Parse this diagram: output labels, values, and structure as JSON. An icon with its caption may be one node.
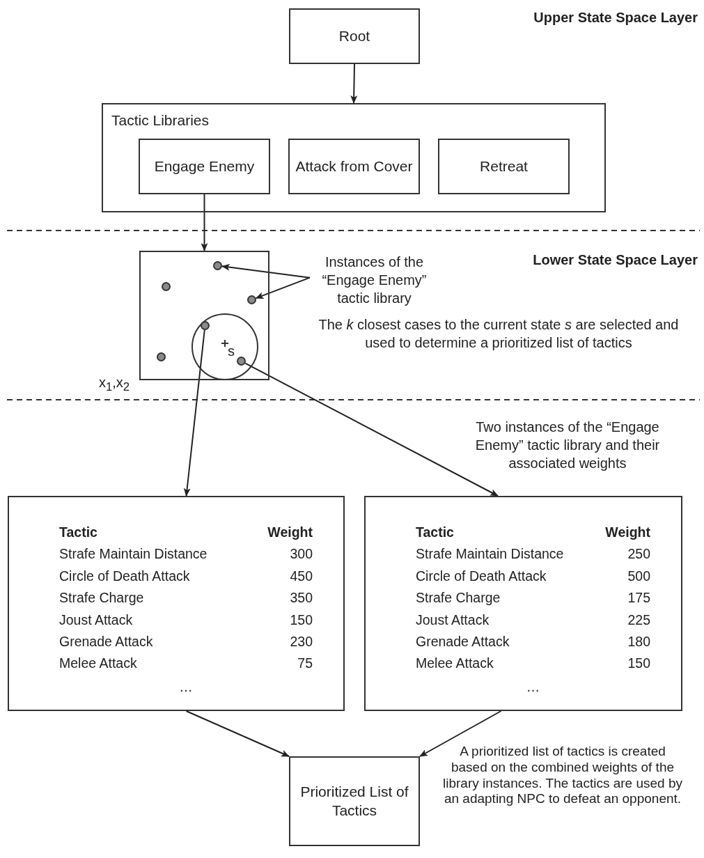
{
  "diagram": {
    "nodes": [
      {
        "text": [
          "Root"
        ]
      },
      {
        "text": [
          "Tactic Libraries"
        ]
      },
      {
        "text": [
          "Engage Enemy"
        ],
        "in": 1
      },
      {
        "text": [
          "Attack from Cover"
        ],
        "in": 1
      },
      {
        "text": [
          "Retreat"
        ],
        "in": 1
      },
      {
        "text": [],
        "shape": "box",
        "beside": [
          "x$_{1}$,x$_{2}$"
        ]
      },
      {
        "text": [],
        "shape": "circle",
        "in": 5
      },
      {
        "text": [],
        "shape": "circle",
        "in": 5
      },
      {
        "text": [],
        "shape": "circle",
        "in": 5
      },
      {
        "text": [
          "s"
        ],
        "in": 5
      },
      {
        "text": [],
        "shape": "circle",
        "in": 9
      },
      {
        "text": [],
        "shape": "circle",
        "in": 5
      },
      {
        "text": [],
        "shape": "circle",
        "in": 9
      },
      {
        "text": [
          "Instances of the “Engage Enemy” tactic library"
        ]
      },
      {
        "text": [
          "Tactic",
          "Weight",
          "Strafe Maintain Distance",
          "300",
          "Circle of Death Attack",
          "450",
          "Strafe Charge",
          "350",
          "Joust Attack",
          "150",
          "Grenade Attack",
          "230",
          "Melee Attack",
          "75",
          "…"
        ]
      },
      {
        "text": [
          "Tactic",
          "Weight",
          "Strafe Maintain Distance",
          "250",
          "Circle of Death Attack",
          "500",
          "Strafe Charge",
          "175",
          "Joust Attack",
          "225",
          "Grenade Attack",
          "180",
          "Melee Attack",
          "150",
          "…"
        ]
      },
      {
        "text": [
          "Prioritized List of Tactics"
        ]
      }
    ],
    "edges": [
      {
        "from": 0,
        "to": 1,
        "arrow": "to"
      },
      {
        "from": 2,
        "to": 5,
        "arrow": "to"
      },
      {
        "from": 13,
        "to": 6,
        "arrow": "to"
      },
      {
        "from": 13,
        "to": 8,
        "arrow": "to"
      },
      {
        "from": 10,
        "to": 14,
        "arrow": "to"
      },
      {
        "from": 12,
        "to": 15,
        "arrow": "to"
      },
      {
        "from": 14,
        "to": 16,
        "arrow": "to"
      },
      {
        "from": 15,
        "to": 16,
        "arrow": "to"
      }
    ],
    "labels": [
      "Upper State Space Layer",
      "Lower State Space Layer",
      "The *k* closest cases to the current state *s* are selected and used to determine a prioritized list of tactics",
      "Two instances of the “Engage Enemy” tactic library and their associated weights",
      "A prioritized list of tactics is created based on the combined weights of the library instances. The tactics are used by an adapting NPC to defeat an opponent."
    ]
  }
}
